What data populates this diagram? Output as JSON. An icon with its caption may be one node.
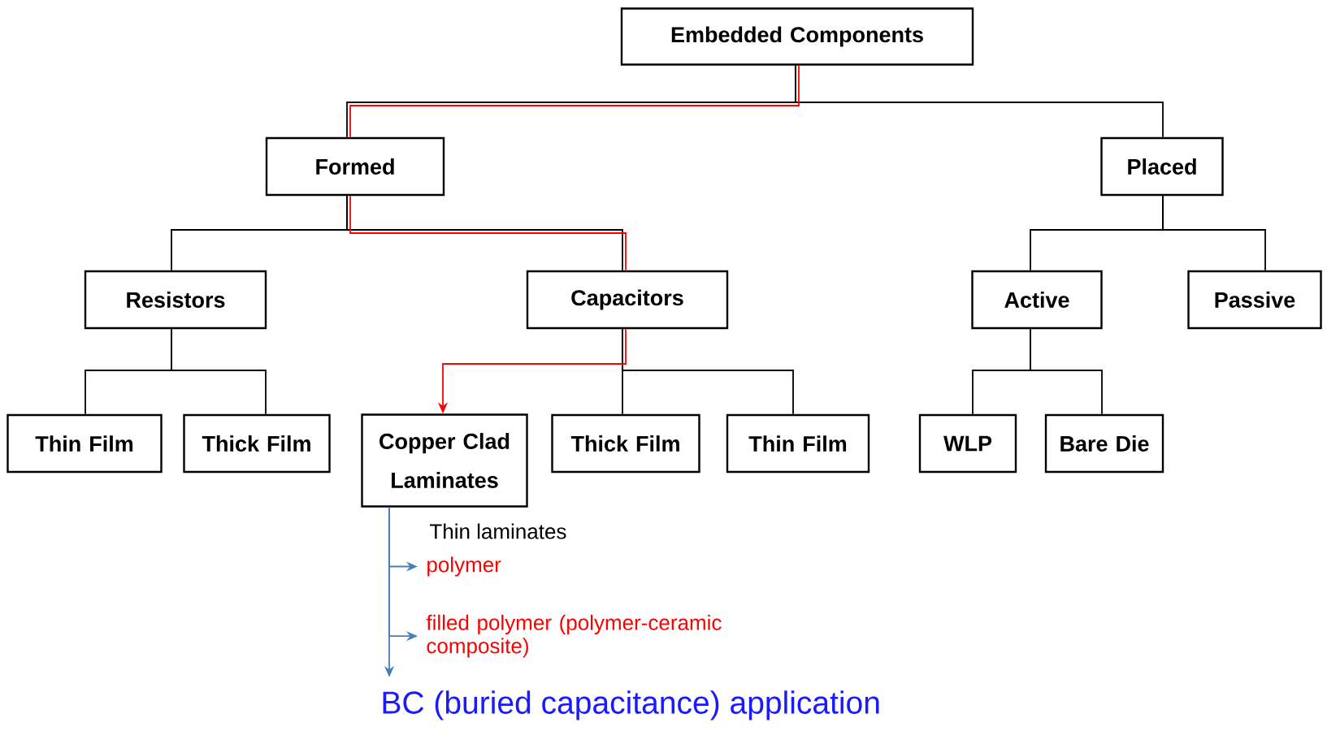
{
  "diagram": {
    "nodes": [
      {
        "text": [
          "Embedded Components"
        ]
      },
      {
        "text": [
          "Formed"
        ]
      },
      {
        "text": [
          "Placed"
        ]
      },
      {
        "text": [
          "Resistors"
        ]
      },
      {
        "text": [
          "Capacitors"
        ]
      },
      {
        "text": [
          "Active"
        ]
      },
      {
        "text": [
          "Passive"
        ]
      },
      {
        "text": [
          "Thin Film"
        ]
      },
      {
        "text": [
          "Thick Film"
        ]
      },
      {
        "text": [
          "Copper Clad Laminates"
        ]
      },
      {
        "text": [
          "Thick Film"
        ]
      },
      {
        "text": [
          "Thin Film"
        ]
      },
      {
        "text": [
          "WLP"
        ]
      },
      {
        "text": [
          "Bare Die"
        ]
      },
      {
        "text": [
          "polymer"
        ]
      },
      {
        "text": [
          "filled polymer (polymer-ceramic composite)"
        ]
      },
      {
        "text": [
          "BC (buried capacitance) application"
        ]
      }
    ],
    "edges": [
      {
        "from": 0,
        "to": 1,
        "arrow": "none"
      },
      {
        "from": 0,
        "to": 2,
        "arrow": "none"
      },
      {
        "from": 1,
        "to": 3,
        "arrow": "none"
      },
      {
        "from": 1,
        "to": 4,
        "arrow": "none"
      },
      {
        "from": 2,
        "to": 5,
        "arrow": "none"
      },
      {
        "from": 2,
        "to": 6,
        "arrow": "none"
      },
      {
        "from": 3,
        "to": 7,
        "arrow": "none"
      },
      {
        "from": 3,
        "to": 8,
        "arrow": "none"
      },
      {
        "from": 4,
        "to": 10,
        "arrow": "none"
      },
      {
        "from": 4,
        "to": 11,
        "arrow": "none"
      },
      {
        "from": 5,
        "to": 12,
        "arrow": "none"
      },
      {
        "from": 5,
        "to": 13,
        "arrow": "none"
      },
      {
        "from": 0,
        "to": 1,
        "arrow": "none",
        "color": "#ff0000"
      },
      {
        "from": 1,
        "to": 4,
        "arrow": "none",
        "color": "#ff0000"
      },
      {
        "from": 4,
        "to": 9,
        "arrow": "to",
        "color": "#ff0000"
      },
      {
        "from": 9,
        "to": 14,
        "arrow": "to",
        "color": "#4a7ebb"
      },
      {
        "from": 9,
        "to": 15,
        "arrow": "to",
        "color": "#4a7ebb"
      },
      {
        "from": 9,
        "to": 16,
        "arrow": "to",
        "color": "#4a7ebb"
      }
    ],
    "labels": [
      "Thin laminates"
    ]
  }
}
